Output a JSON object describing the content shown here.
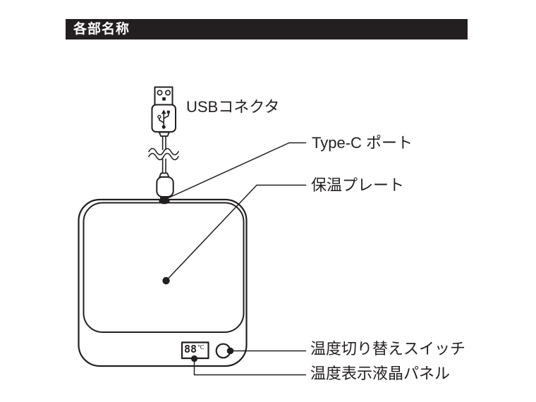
{
  "page": {
    "background": "#ffffff",
    "ink_color": "#231f20"
  },
  "header": {
    "title": "各部名称",
    "background": "#231f20",
    "text_color": "#ffffff"
  },
  "diagram": {
    "labels": {
      "usb_connector": "USBコネクタ",
      "type_c_port": "Type-C ポート",
      "heating_plate": "保温プレート",
      "temperature_switch": "温度切り替えスイッチ",
      "temperature_lcd_panel": "温度表示液晶パネル"
    },
    "lcd": {
      "value": "88",
      "unit": "℃"
    }
  }
}
